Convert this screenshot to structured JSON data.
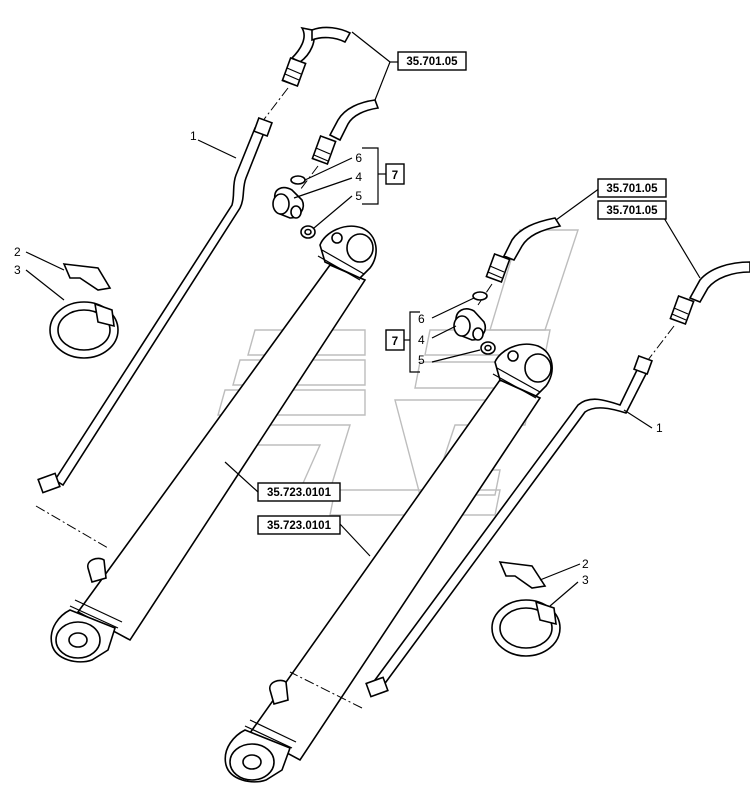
{
  "references": {
    "hose_top_left": "35.701.05",
    "hose_right_a": "35.701.05",
    "hose_right_b": "35.701.05",
    "cylinder_a": "35.723.0101",
    "cylinder_b": "35.723.0101"
  },
  "kit_label": "7",
  "callouts": {
    "left_pipe": "1",
    "left_cover": "2",
    "left_clamp": "3",
    "left_oring_a": "6",
    "left_fitting": "4",
    "left_oring_b": "5",
    "right_oring_a": "6",
    "right_fitting": "4",
    "right_oring_b": "5",
    "right_pipe": "1",
    "right_cover": "2",
    "right_clamp": "3"
  }
}
